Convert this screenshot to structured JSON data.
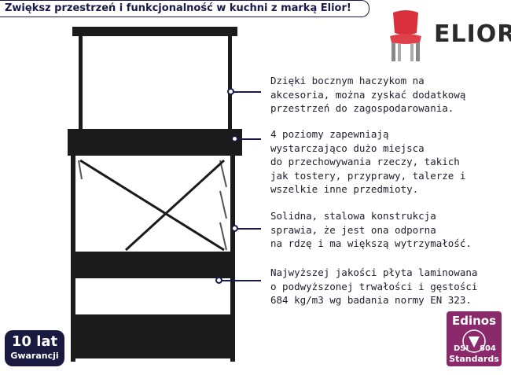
{
  "header": {
    "title": "Zwiększ przestrzeń i funkcjonalność w kuchni z marką Elior!"
  },
  "brand": {
    "name": "ELIOR",
    "icon": "chair-icon"
  },
  "product": {
    "icon": "kitchen-shelf-icon"
  },
  "features": [
    {
      "text": "Dzięki bocznym haczykom na\nakcesoria, można zyskać dodatkową\nprzestrzeń do zagospodarowania."
    },
    {
      "text": "4 poziomy zapewniają\nwystarczająco dużo miejsca\ndo przechowywania rzeczy, takich\njak tostery, przyprawy, talerze i\nwszelkie inne przedmioty."
    },
    {
      "text": "Solidna, stalowa konstrukcja\nsprawia, że jest ona odporna\nna rdzę i ma większą wytrzymałość."
    },
    {
      "text": "Najwyższej jakości płyta laminowana\no podwyższonej trwałości i gęstości\n684 kg/m3 wg badania normy EN 323."
    }
  ],
  "warranty": {
    "years": "10 lat",
    "label": "Gwarancji"
  },
  "certificate": {
    "name": "Edinos",
    "left": "DSI",
    "right": "804",
    "label": "Standards"
  },
  "colors": {
    "accent": "#1a1a4a",
    "furniture": "#1b1b1b",
    "badge": "#8b2a6b",
    "chair": "#d9313b"
  }
}
